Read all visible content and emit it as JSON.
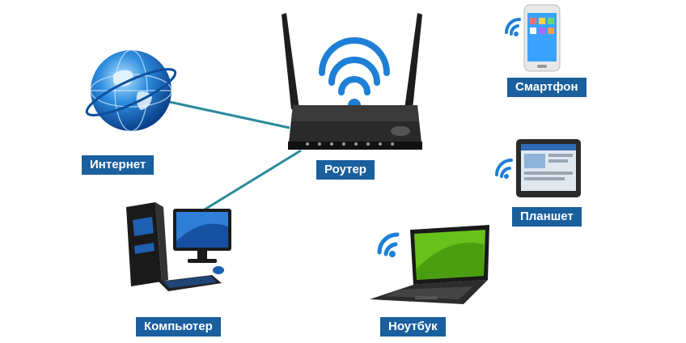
{
  "nodes": {
    "internet": {
      "label": "Интернет",
      "icon": "globe-icon"
    },
    "router": {
      "label": "Роутер",
      "icon": "router-icon"
    },
    "computer": {
      "label": "Компьютер",
      "icon": "desktop-computer-icon"
    },
    "laptop": {
      "label": "Ноутбук",
      "icon": "laptop-icon"
    },
    "smartphone": {
      "label": "Смартфон",
      "icon": "smartphone-icon"
    },
    "tablet": {
      "label": "Планшет",
      "icon": "tablet-icon"
    }
  },
  "connections": [
    {
      "from": "internet",
      "to": "router",
      "type": "cable"
    },
    {
      "from": "computer",
      "to": "router",
      "type": "cable"
    },
    {
      "from": "router",
      "to": "smartphone",
      "type": "wifi"
    },
    {
      "from": "router",
      "to": "tablet",
      "type": "wifi"
    },
    {
      "from": "router",
      "to": "laptop",
      "type": "wifi"
    }
  ],
  "colors": {
    "label_background": "#1a5f9e",
    "label_text": "#ffffff",
    "cable": "#2a8a9a",
    "wifi": "#1e7fd6"
  }
}
